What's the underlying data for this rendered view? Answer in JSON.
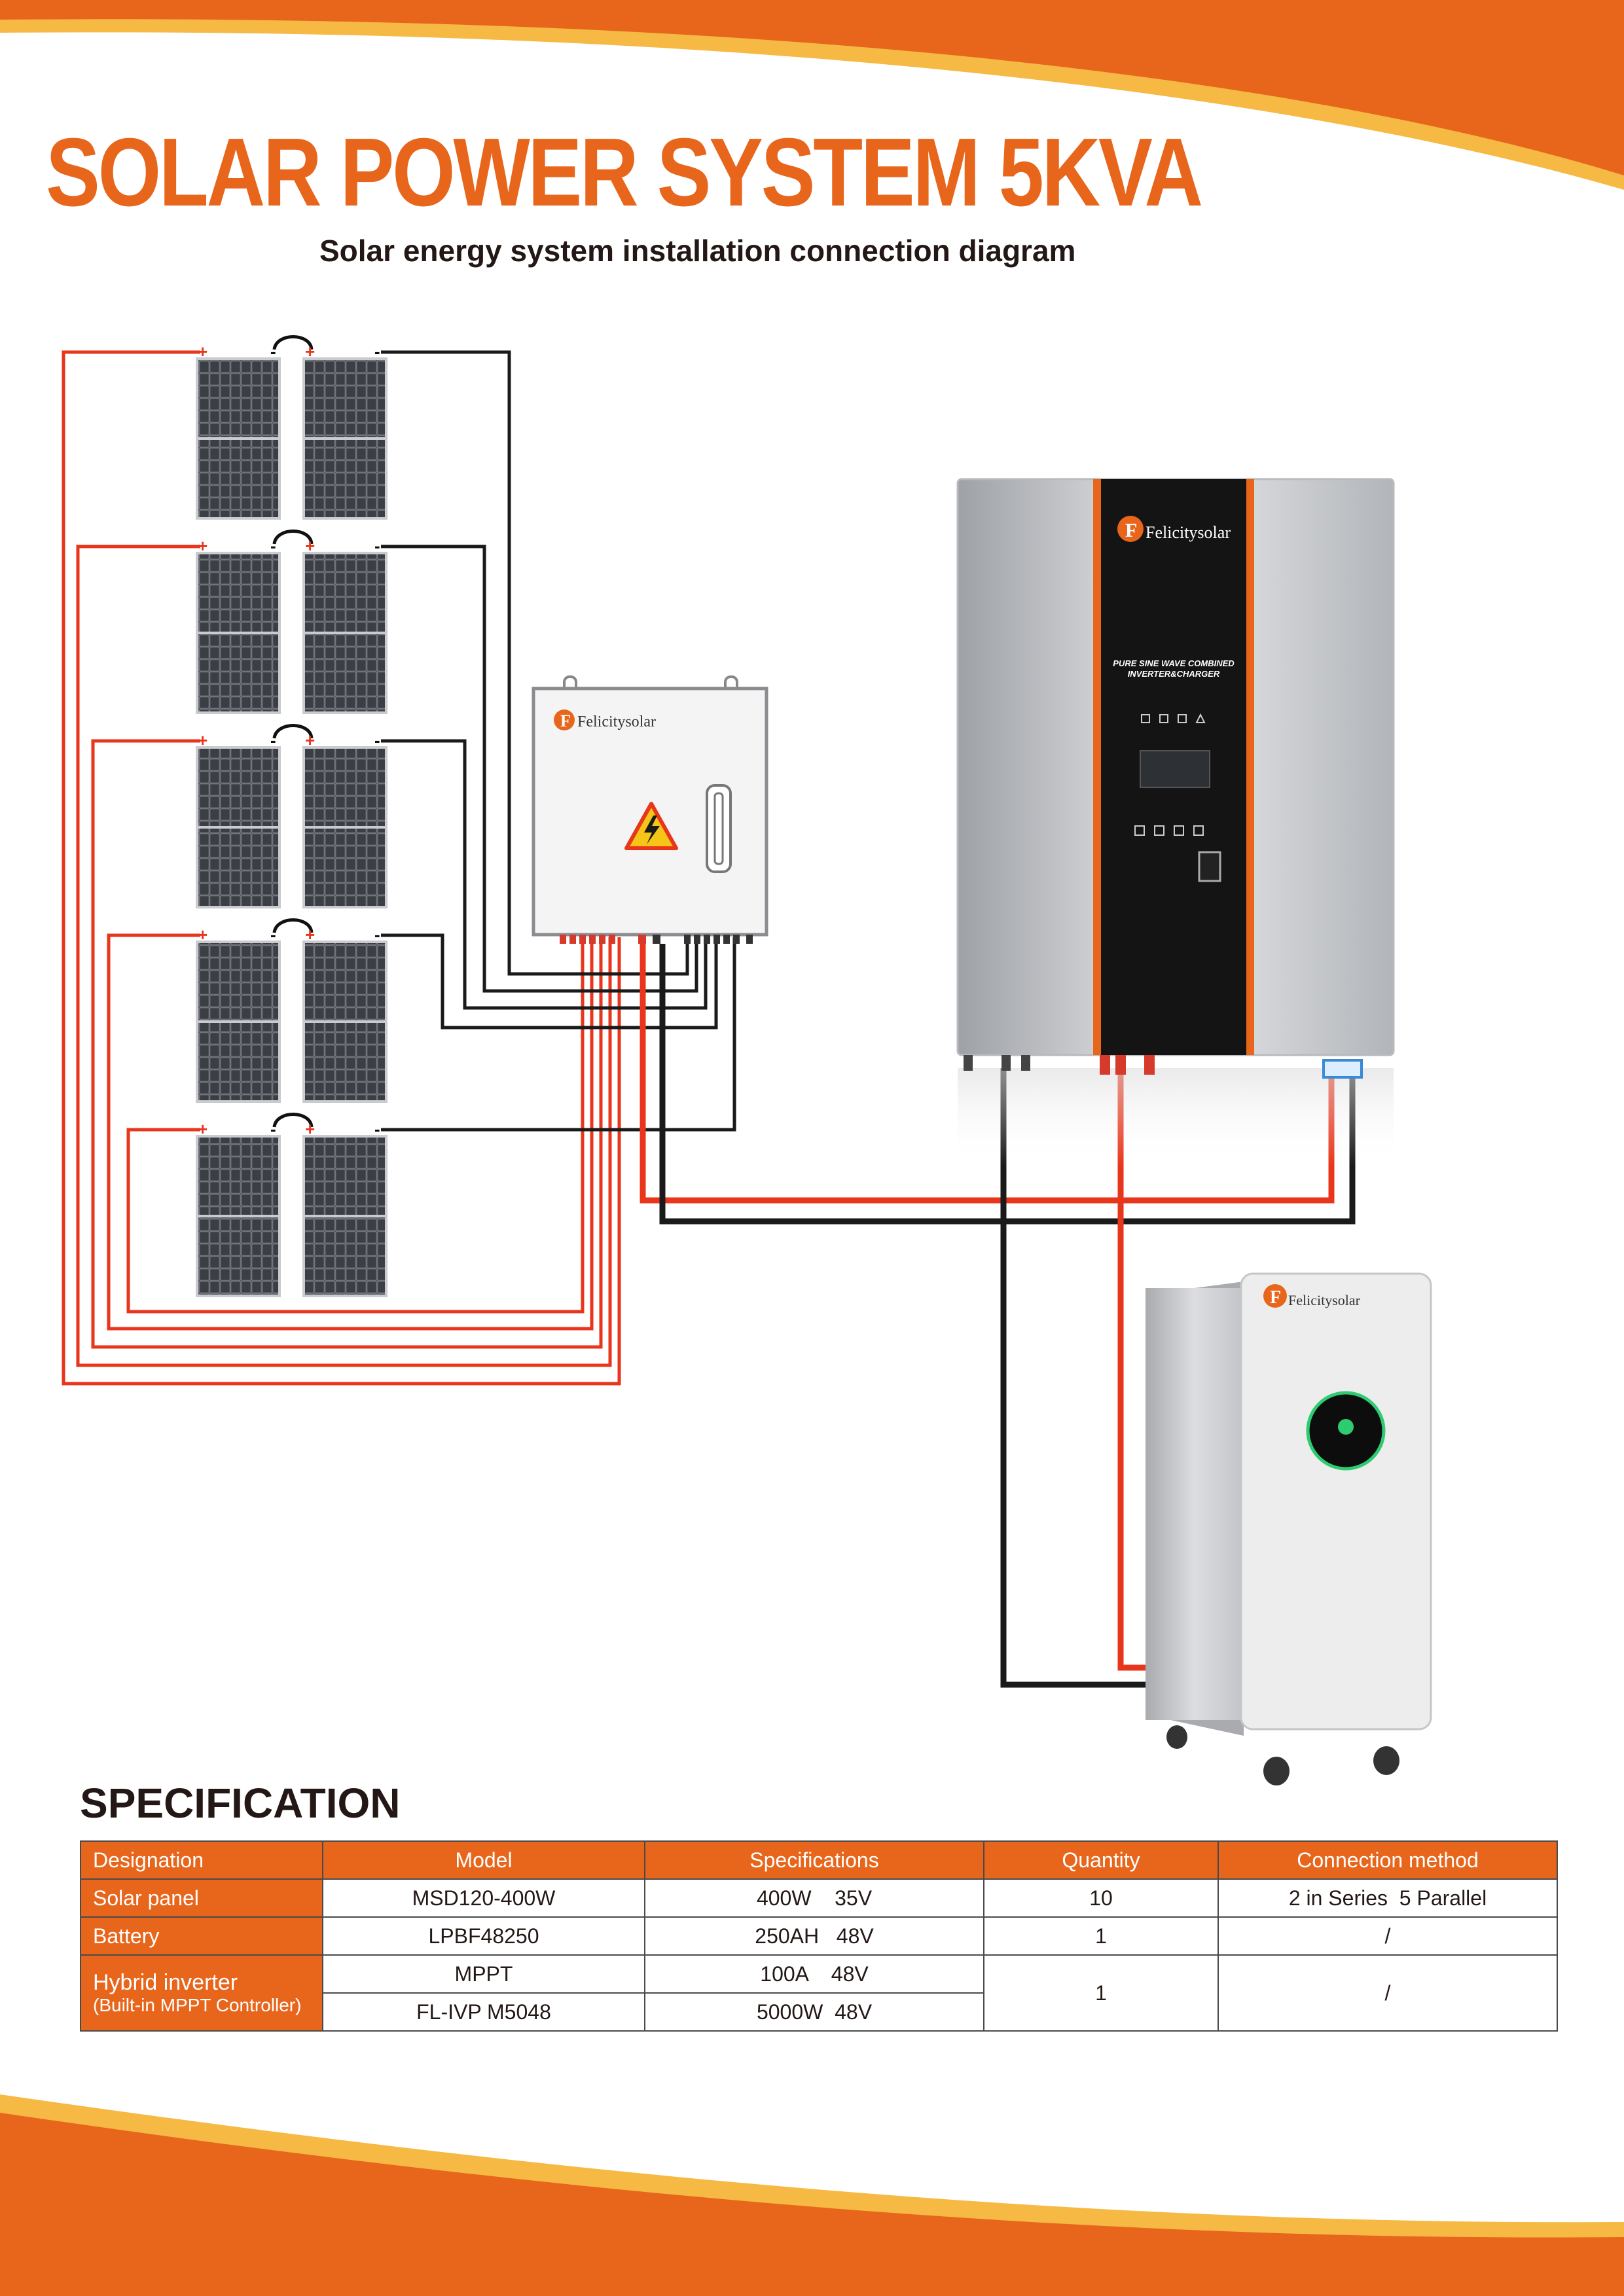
{
  "header": {
    "title": "SOLAR POWER SYSTEM 5KVA",
    "subtitle": "Solar energy system installation connection diagram"
  },
  "colors": {
    "accent_orange": "#e8661c",
    "wave_yellow": "#f5b944",
    "wire_positive": "#e8361c",
    "wire_negative": "#1a1a1a",
    "text_dark": "#231815"
  },
  "diagram": {
    "panel_rows": 5,
    "panels_per_row": 2,
    "terminal_labels": {
      "positive": "+",
      "negative": "-"
    },
    "brand_logo_text": "Felicitysolar",
    "combiner_box": {
      "brand": "Felicitysolar",
      "warning_icon": "high-voltage-icon"
    },
    "inverter": {
      "brand": "Felicitysolar",
      "label_line1": "PURE SINE WAVE COMBINED",
      "label_line2": "INVERTER&CHARGER"
    },
    "battery": {
      "brand": "Felicitysolar"
    }
  },
  "specification": {
    "heading": "SPECIFICATION",
    "columns": [
      "Designation",
      "Model",
      "Specifications",
      "Quantity",
      "Connection method"
    ],
    "rows": [
      {
        "designation": "Solar panel",
        "model": "MSD120-400W",
        "spec": "400W    35V",
        "quantity": "10",
        "connection": "2 in Series  5 Parallel"
      },
      {
        "designation": "Battery",
        "model": "LPBF48250",
        "spec": "250AH   48V",
        "quantity": "1",
        "connection": "/"
      },
      {
        "designation": "Hybrid inverter",
        "designation_sub": "(Built-in MPPT Controller)",
        "model": "MPPT",
        "spec": "100A    48V",
        "model2": "FL-IVP M5048",
        "spec2": "5000W  48V",
        "quantity": "1",
        "connection": "/"
      }
    ]
  }
}
